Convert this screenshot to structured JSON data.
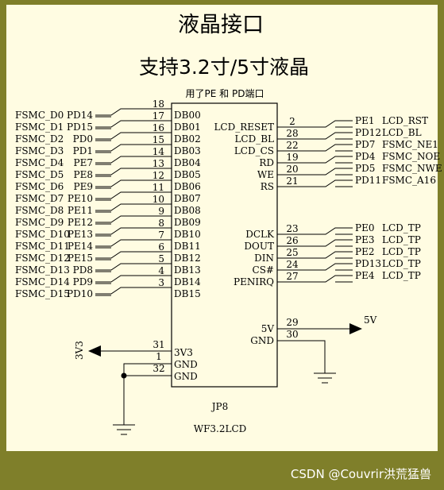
{
  "title": "液晶接口",
  "subtitle": "支持3.2寸/5寸液晶",
  "note": "用了PE 和 PD端口",
  "watermark": "CSDN @Couvrir洪荒猛兽",
  "colors": {
    "frame": "#7f7f2a",
    "paper": "#fffce2",
    "line": "#000000"
  },
  "chip": {
    "ref": "JP8",
    "part": "WF3.2LCD"
  },
  "left_pins": [
    {
      "net": "FSMC_D0",
      "port": "PD14",
      "num": "18",
      "pin": "DB00"
    },
    {
      "net": "FSMC_D1",
      "port": "PD15",
      "num": "17",
      "pin": "DB01"
    },
    {
      "net": "FSMC_D2",
      "port": "PD0",
      "num": "16",
      "pin": "DB02"
    },
    {
      "net": "FSMC_D3",
      "port": "PD1",
      "num": "15",
      "pin": "DB03"
    },
    {
      "net": "FSMC_D4",
      "port": "PE7",
      "num": "14",
      "pin": "DB04"
    },
    {
      "net": "FSMC_D5",
      "port": "PE8",
      "num": "13",
      "pin": "DB05"
    },
    {
      "net": "FSMC_D6",
      "port": "PE9",
      "num": "12",
      "pin": "DB06"
    },
    {
      "net": "FSMC_D7",
      "port": "PE10",
      "num": "11",
      "pin": "DB07"
    },
    {
      "net": "FSMC_D8",
      "port": "PE11",
      "num": "10",
      "pin": "DB08"
    },
    {
      "net": "FSMC_D9",
      "port": "PE12",
      "num": "9",
      "pin": "DB09"
    },
    {
      "net": "FSMC_D10",
      "port": "PE13",
      "num": "8",
      "pin": "DB10"
    },
    {
      "net": "FSMC_D11",
      "port": "PE14",
      "num": "7",
      "pin": "DB11"
    },
    {
      "net": "FSMC_D12",
      "port": "PE15",
      "num": "6",
      "pin": "DB12"
    },
    {
      "net": "FSMC_D13",
      "port": "PD8",
      "num": "5",
      "pin": "DB13"
    },
    {
      "net": "FSMC_D14",
      "port": "PD9",
      "num": "4",
      "pin": "DB14"
    },
    {
      "net": "FSMC_D15",
      "port": "PD10",
      "num": "3",
      "pin": "DB15"
    }
  ],
  "right_ctrl": [
    {
      "pin": "LCD_RESET",
      "num": "2",
      "port": "PE1",
      "net": "LCD_RST"
    },
    {
      "pin": "LCD_BL",
      "num": "28",
      "port": "PD12",
      "net": "LCD_BL"
    },
    {
      "pin": "LCD_CS",
      "num": "22",
      "port": "PD7",
      "net": "FSMC_NE1"
    },
    {
      "pin": "RD",
      "num": "19",
      "port": "PD4",
      "net": "FSMC_NOE"
    },
    {
      "pin": "WE",
      "num": "20",
      "port": "PD5",
      "net": "FSMC_NWE"
    },
    {
      "pin": "RS",
      "num": "21",
      "port": "PD11",
      "net": "FSMC_A16"
    }
  ],
  "right_touch": [
    {
      "pin": "DCLK",
      "num": "23",
      "port": "PE0",
      "net": "LCD_TP"
    },
    {
      "pin": "DOUT",
      "num": "26",
      "port": "PE3",
      "net": "LCD_TP"
    },
    {
      "pin": "DIN",
      "num": "25",
      "port": "PE2",
      "net": "LCD_TP"
    },
    {
      "pin": "CS#",
      "num": "24",
      "port": "PD13",
      "net": "LCD_TP"
    },
    {
      "pin": "PENIRQ",
      "num": "27",
      "port": "PE4",
      "net": "LCD_TP"
    }
  ],
  "power_right": [
    {
      "pin": "5V",
      "num": "29",
      "net": "5V"
    },
    {
      "pin": "GND",
      "num": "30"
    }
  ],
  "power_left": [
    {
      "pin": "3V3",
      "num": "31",
      "net": "3V3"
    },
    {
      "pin": "GND",
      "num": "1"
    },
    {
      "pin": "GND",
      "num": "32"
    }
  ]
}
